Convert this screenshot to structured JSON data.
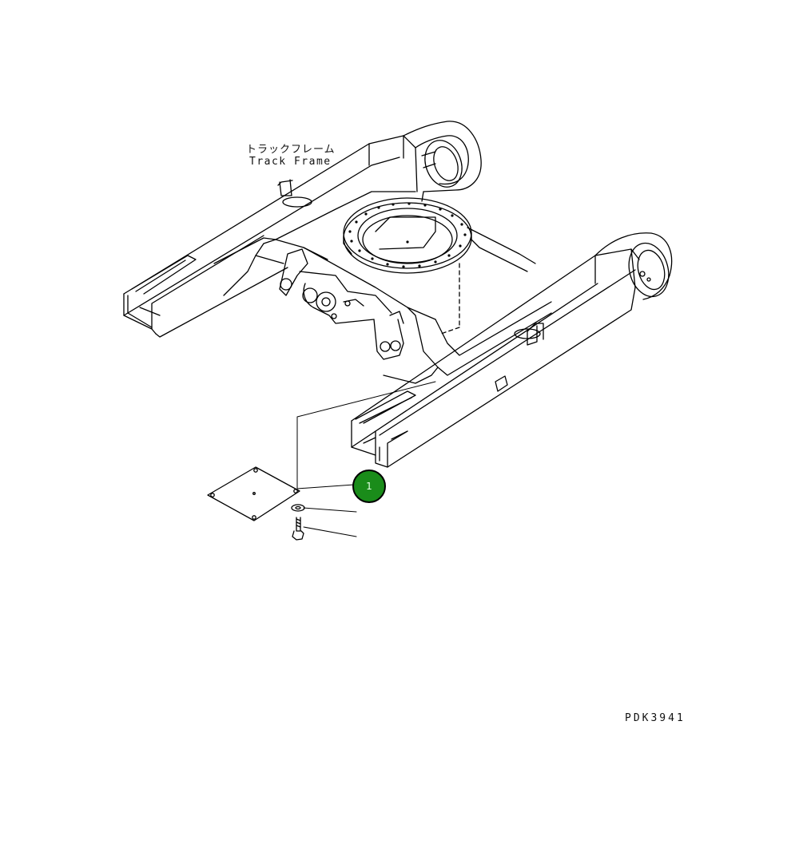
{
  "track_frame_label": {
    "japanese": "トラックフレーム",
    "english": "Track Frame"
  },
  "callouts": [
    {
      "number": "1",
      "color": "#1a8c1a"
    }
  ],
  "drawing_id": "PDK3941",
  "colors": {
    "line": "#000000",
    "background": "#ffffff",
    "callout": "#1a8c1a"
  }
}
